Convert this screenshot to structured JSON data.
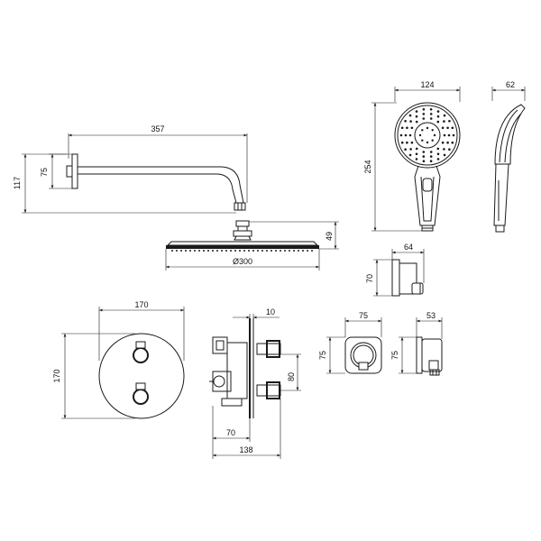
{
  "dimensions": {
    "arm_length": "357",
    "arm_height_total": "117",
    "arm_flange": "75",
    "head_diameter": "Ø300",
    "head_height": "49",
    "handset_width": "124",
    "handset_length": "254",
    "handset_side": "62",
    "holder_width": "64",
    "holder_height": "70",
    "plate_width": "170",
    "plate_height": "170",
    "valve_depth": "10",
    "valve_spacing": "80",
    "valve_body": "70",
    "valve_total": "138",
    "outlet_width": "75",
    "outlet_height": "75",
    "outlet_side_width": "53",
    "outlet_side_height": "75"
  }
}
